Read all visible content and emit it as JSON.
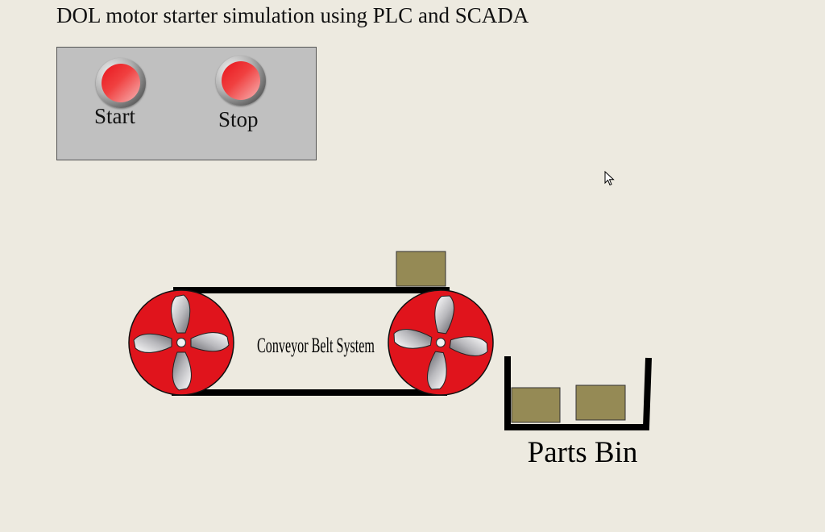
{
  "title": "DOL motor starter simulation using PLC and SCADA",
  "control_panel": {
    "start_label": "Start",
    "stop_label": "Stop"
  },
  "conveyor": {
    "label": "Conveyor Belt System"
  },
  "bin": {
    "label": "Parts Bin"
  },
  "colors": {
    "background": "#edeae0",
    "panel": "#c0c0c0",
    "pulley_red": "#e0141c",
    "box_khaki": "#958a55",
    "belt": "#000000"
  },
  "icons": {
    "pulley": "fan-blade-pulley-icon",
    "cursor": "mouse-pointer-icon"
  }
}
